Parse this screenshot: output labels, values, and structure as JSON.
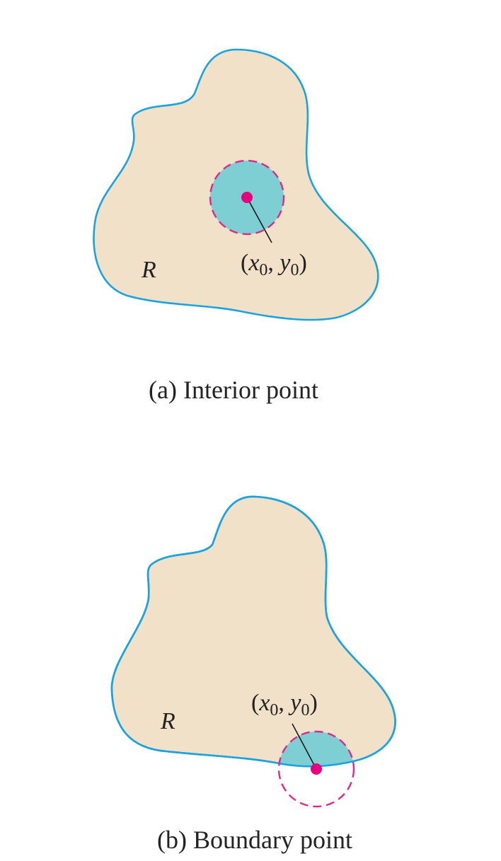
{
  "colors": {
    "region_fill": "#f1e1c8",
    "region_stroke": "#1aa3dc",
    "disk_fill": "#7ecfd3",
    "disk_outline": "#dd2a8a",
    "point": "#e6007e"
  },
  "panel_a": {
    "region_label": "R",
    "point_label": {
      "open_paren": "(",
      "x": "x",
      "x_sub": "0",
      "comma": ", ",
      "y": "y",
      "y_sub": "0",
      "close_paren": ")"
    },
    "caption": "(a) Interior point"
  },
  "panel_b": {
    "region_label": "R",
    "point_label": {
      "open_paren": "(",
      "x": "x",
      "x_sub": "0",
      "comma": ", ",
      "y": "y",
      "y_sub": "0",
      "close_paren": ")"
    },
    "caption": "(b) Boundary point"
  }
}
